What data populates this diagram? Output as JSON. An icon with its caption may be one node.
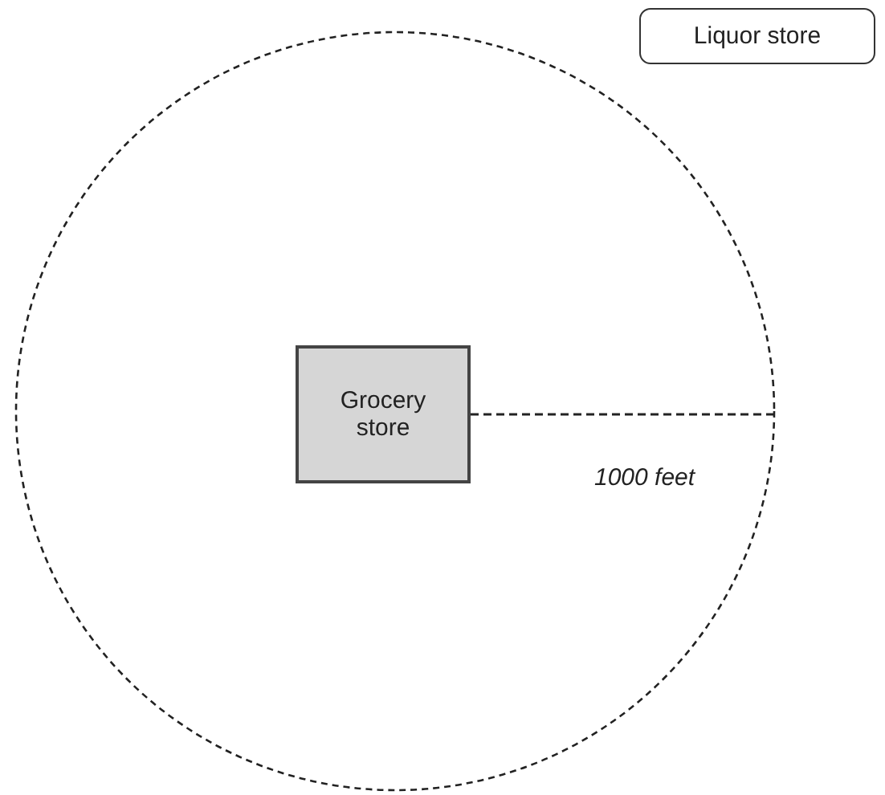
{
  "diagram": {
    "nodes": [
      {
        "text": [],
        "shape": "circle"
      },
      {
        "text": [
          "Grocery store"
        ],
        "in": 0
      },
      {
        "text": [
          "Liquor store"
        ]
      }
    ],
    "labels": [
      "1000 feet"
    ]
  }
}
